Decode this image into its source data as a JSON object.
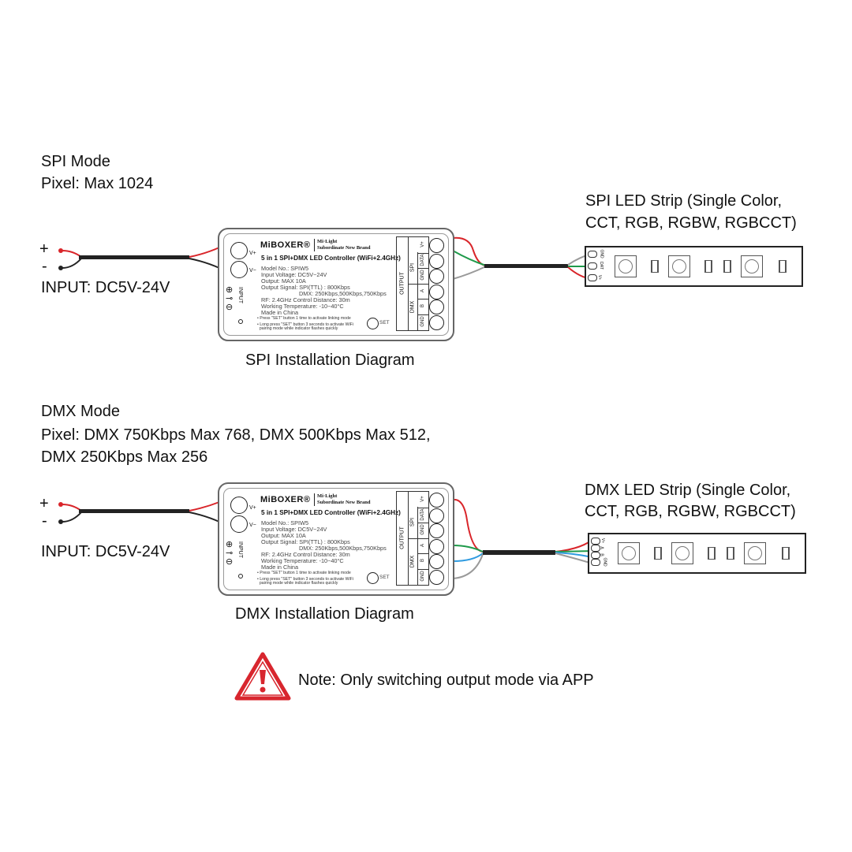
{
  "spi": {
    "mode_title": "SPI Mode",
    "pixel": "Pixel: Max 1024",
    "plus": "+",
    "minus": "-",
    "input": "INPUT: DC5V-24V",
    "strip_label_1": "SPI LED Strip (Single Color,",
    "strip_label_2": "CCT, RGB, RGBW, RGBCCT)",
    "strip_pads": [
      "GND",
      "DAT",
      "V+"
    ],
    "caption": "SPI Installation Diagram"
  },
  "dmx": {
    "mode_title": "DMX Mode",
    "pixel_1": "Pixel: DMX 750Kbps Max 768, DMX 500Kbps Max 512,",
    "pixel_2": "DMX 250Kbps Max 256",
    "plus": "+",
    "minus": "-",
    "input": "INPUT: DC5V-24V",
    "strip_label_1": "DMX LED Strip (Single Color,",
    "strip_label_2": "CCT, RGB, RGBW, RGBCCT)",
    "strip_pads": [
      "V+",
      "A",
      "B",
      "GND"
    ],
    "caption": "DMX Installation Diagram"
  },
  "controller": {
    "brand": "MiBOXER®",
    "brand_sub_1": "Mi·Light",
    "brand_sub_2": "Subordinate New Brand",
    "title": "5 in 1 SPI+DMX LED Controller (WiFi+2.4GHz)",
    "specs": [
      "Model No.: SPIW5",
      "Input Voltage: DC5V~24V",
      "Output: MAX 10A",
      "Output Signal: SPI(TTL) : 800Kbps",
      "DMX: 250Kbps,500Kbps,750Kbps",
      "RF: 2.4GHz  Control Distance: 30m",
      "Working Temperature: -10~40°C",
      "Made in China"
    ],
    "note_1": "Press \"SET\" button 1 time to activate linking mode",
    "note_2a": "Long press \"SET\" button 3 seconds to activate WiFi",
    "note_2b": "pairing mode while indicator flashes quickly",
    "set": "SET",
    "v_plus": "V+",
    "v_minus": "V−",
    "input_label": "INPUT",
    "output_label": "OUTPUT",
    "spi_label": "SPI",
    "dmx_label": "DMX",
    "terminals": [
      "V+",
      "DATA",
      "GND",
      "A",
      "B",
      "GND"
    ]
  },
  "note": "Note: Only switching output mode via APP",
  "colors": {
    "red": "#d9252a",
    "green": "#1f9a4a",
    "blue": "#2f9be0",
    "gray": "#9a9a9a",
    "warning": "#d8262e"
  }
}
